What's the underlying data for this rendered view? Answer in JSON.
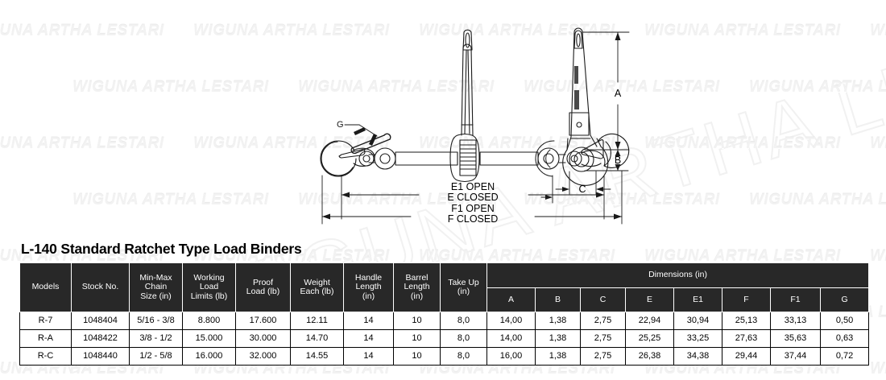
{
  "watermark": {
    "text": "WIGUNA ARTHA LESTARI",
    "diagonal_text": "PT. WIGUNA ARTHA LESTARI",
    "color": "#f2f2f2"
  },
  "page_title": "L-140 Standard Ratchet Type Load Binders",
  "drawing": {
    "callouts": {
      "g": "G",
      "a": "A",
      "b": "B",
      "c": "C",
      "e1_open": "E1 OPEN",
      "e_closed": "E CLOSED",
      "f1_open": "F1 OPEN",
      "f_closed": "F CLOSED"
    },
    "line_color": "#1a1a1a"
  },
  "table": {
    "headers": [
      "Models",
      "Stock No.",
      "Min-Max Chain Size (in)",
      "Working Load Limits (lb)",
      "Proof Load (lb)",
      "Weight Each (lb)",
      "Handle Length (in)",
      "Barrel Length (in)",
      "Take Up (in)"
    ],
    "headers_multiline": [
      [
        "Models"
      ],
      [
        "Stock No."
      ],
      [
        "Min-Max",
        "Chain",
        "Size (in)"
      ],
      [
        "Working",
        "Load",
        "Limits (lb)"
      ],
      [
        "Proof",
        "Load (lb)"
      ],
      [
        "Weight",
        "Each (lb)"
      ],
      [
        "Handle",
        "Length",
        "(in)"
      ],
      [
        "Barrel",
        "Length",
        "(in)"
      ],
      [
        "Take Up",
        "(in)"
      ]
    ],
    "dimensions_group_label": "Dimensions (in)",
    "dimension_headers": [
      "A",
      "B",
      "C",
      "E",
      "E1",
      "F",
      "F1",
      "G"
    ],
    "rows": [
      {
        "model": "R-7",
        "stock_no": "1048404",
        "chain_size": "5/16 - 3/8",
        "working_load_limit": "8.800",
        "proof_load": "17.600",
        "weight_each": "12.11",
        "handle_length": "14",
        "barrel_length": "10",
        "take_up": "8,0",
        "dims": [
          "14,00",
          "1,38",
          "2,75",
          "22,94",
          "30,94",
          "25,13",
          "33,13",
          "0,50"
        ]
      },
      {
        "model": "R-A",
        "stock_no": "1048422",
        "chain_size": "3/8 - 1/2",
        "working_load_limit": "15.000",
        "proof_load": "30.000",
        "weight_each": "14.70",
        "handle_length": "14",
        "barrel_length": "10",
        "take_up": "8,0",
        "dims": [
          "14,00",
          "1,38",
          "2,75",
          "25,25",
          "33,25",
          "27,63",
          "35,63",
          "0,63"
        ]
      },
      {
        "model": "R-C",
        "stock_no": "1048440",
        "chain_size": "1/2 - 5/8",
        "working_load_limit": "16.000",
        "proof_load": "32.000",
        "weight_each": "14.55",
        "handle_length": "14",
        "barrel_length": "10",
        "take_up": "8,0",
        "dims": [
          "16,00",
          "1,38",
          "2,75",
          "26,38",
          "34,38",
          "29,44",
          "37,44",
          "0,72"
        ]
      }
    ]
  }
}
